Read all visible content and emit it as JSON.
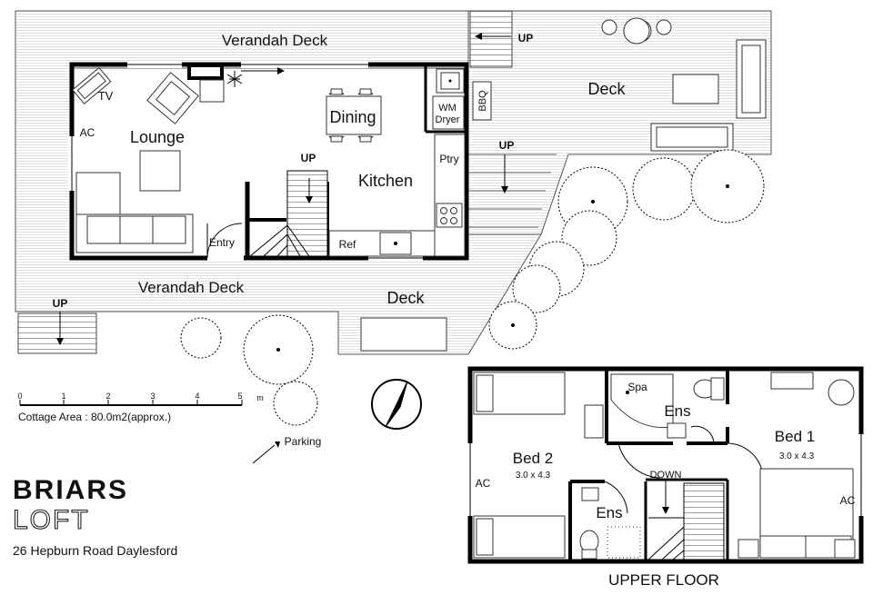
{
  "labels": {
    "verandah_top": "Verandah Deck",
    "verandah_bottom": "Verandah Deck",
    "deck_top": "Deck",
    "deck_bottom": "Deck",
    "up_top": "UP",
    "up_right": "UP",
    "up_stairs": "UP",
    "up_left": "UP",
    "tv": "TV",
    "ac_lounge": "AC",
    "lounge": "Lounge",
    "dining": "Dining",
    "kitchen": "Kitchen",
    "wm": "WM",
    "dryer": "Dryer",
    "bbq": "BBQ",
    "ptry": "Ptry",
    "ref": "Ref",
    "entry": "Entry",
    "parking": "Parking"
  },
  "scale": {
    "ticks": [
      "0",
      "1",
      "2",
      "3",
      "4",
      "5"
    ],
    "unit": "m",
    "area": "Cottage Area : 80.0m2(approx.)"
  },
  "brand": {
    "name_line1": "BRIARS",
    "name_line2": "LOFT",
    "address": "26 Hepburn Road Daylesford"
  },
  "upper": {
    "spa": "Spa",
    "ens_top": "Ens",
    "bed1": "Bed 1",
    "bed1_size": "3.0 x 4.3",
    "bed2": "Bed 2",
    "bed2_size": "3.0 x 4.3",
    "ac_left": "AC",
    "ac_right": "AC",
    "down": "DOWN",
    "ens_bottom": "Ens",
    "title": "UPPER FLOOR"
  }
}
